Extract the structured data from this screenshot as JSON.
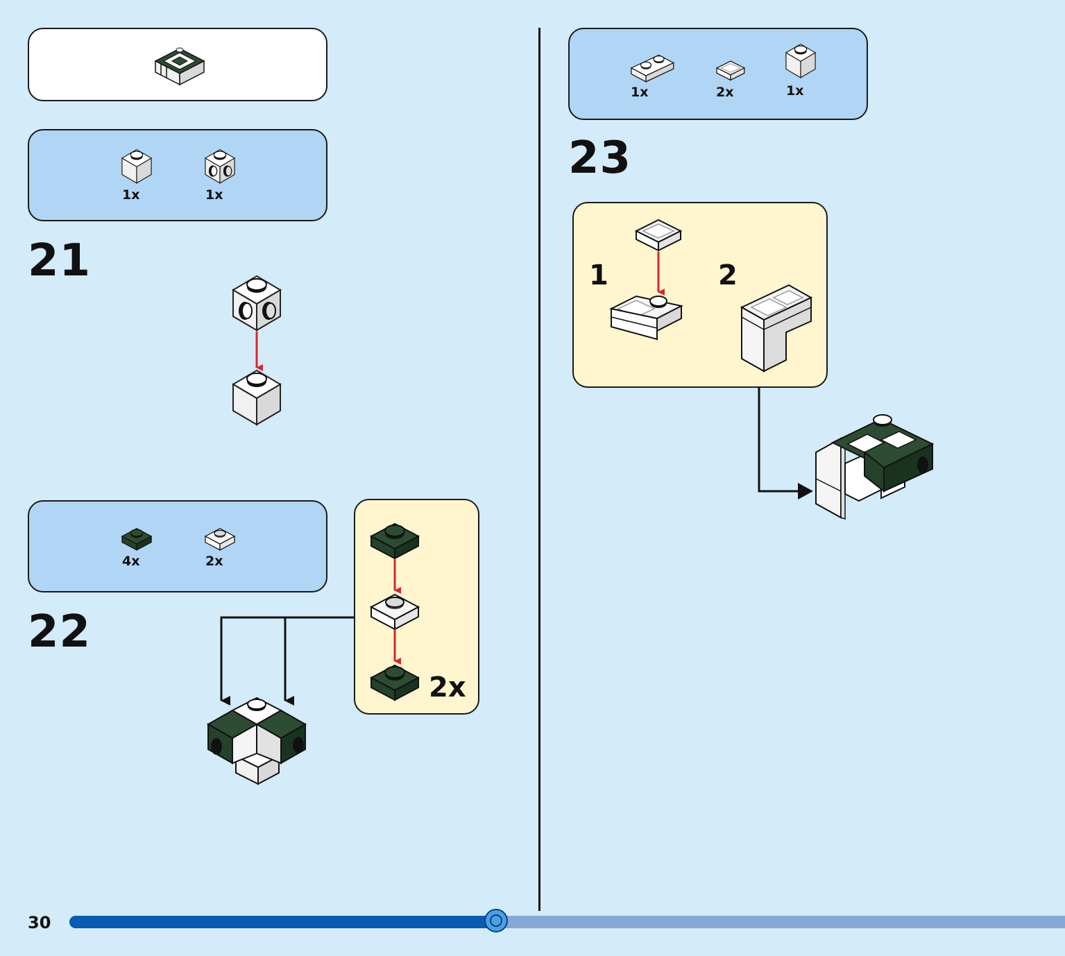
{
  "page_number": "30",
  "progress": {
    "percent": 43
  },
  "colors": {
    "background": "#d4ebf9",
    "parts_panel": "#b1d5f4",
    "subassembly_panel": "#fff6cf",
    "brick_white": "#ffffff",
    "brick_dark_green": "#24422a",
    "arrow_red": "#d8262d",
    "progress_fill": "#0a5cb0",
    "progress_track": "#86a8d7"
  },
  "preview": {
    "icon": "completed-submodel-icon"
  },
  "steps": [
    {
      "number": "21",
      "parts": [
        {
          "qty": "1x",
          "icon": "white-1x1-brick-icon"
        },
        {
          "qty": "1x",
          "icon": "white-1x1-brick-studs-on-side-icon"
        }
      ]
    },
    {
      "number": "22",
      "parts": [
        {
          "qty": "4x",
          "icon": "dark-green-1x1-plate-icon"
        },
        {
          "qty": "2x",
          "icon": "transparent-1x1-plate-icon"
        }
      ],
      "subassembly": {
        "multiplier": "2x"
      }
    },
    {
      "number": "23",
      "parts": [
        {
          "qty": "1x",
          "icon": "white-1x2-plate-icon"
        },
        {
          "qty": "2x",
          "icon": "transparent-1x1-tile-icon"
        },
        {
          "qty": "1x",
          "icon": "white-1x1-brick-icon"
        }
      ],
      "substeps": [
        "1",
        "2"
      ]
    }
  ]
}
